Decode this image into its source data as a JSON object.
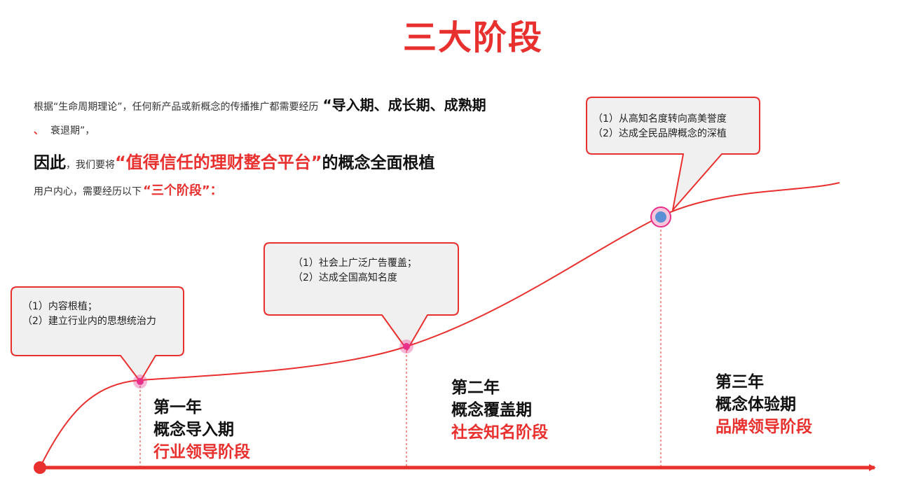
{
  "title": "三大阶段",
  "intro": {
    "line1_text": "根据“生命周期理论”，任何新产品或新概念的传播推广都需要经历",
    "line1_highlight": "“导入期、成长期、成熟期",
    "line2_dot": "、",
    "line2_text": "衰退期”，",
    "line3_prefix": "因此",
    "line3_middle": "，我们要将",
    "line3_quote": "“值得信任的理财整合平台”",
    "line3_suffix": "的概念全面根植",
    "line4_text": "用户内心，需要经历以下",
    "line4_quote": "“三个阶段”："
  },
  "callouts": [
    {
      "line1": "（1）内容根植；",
      "line2": "（2）建立行业内的思想统治力"
    },
    {
      "line1": "（1）社会上广泛广告覆盖；",
      "line2": "（2）达成全国高知名度"
    },
    {
      "line1": "（1）从高知名度转向高美誉度",
      "line2": "（2）达成全民品牌概念的深植"
    }
  ],
  "stages": [
    {
      "year": "第一年",
      "phase": "概念导入期",
      "goal": "行业领导阶段"
    },
    {
      "year": "第二年",
      "phase": "概念覆盖期",
      "goal": "社会知名阶段"
    },
    {
      "year": "第三年",
      "phase": "概念体验期",
      "goal": "品牌领导阶段"
    }
  ],
  "colors": {
    "accent": "#e8302e",
    "callout_fill": "#f0f0f0",
    "marker_fill": "#5b8fd6",
    "marker_ring": "#e8308a"
  }
}
